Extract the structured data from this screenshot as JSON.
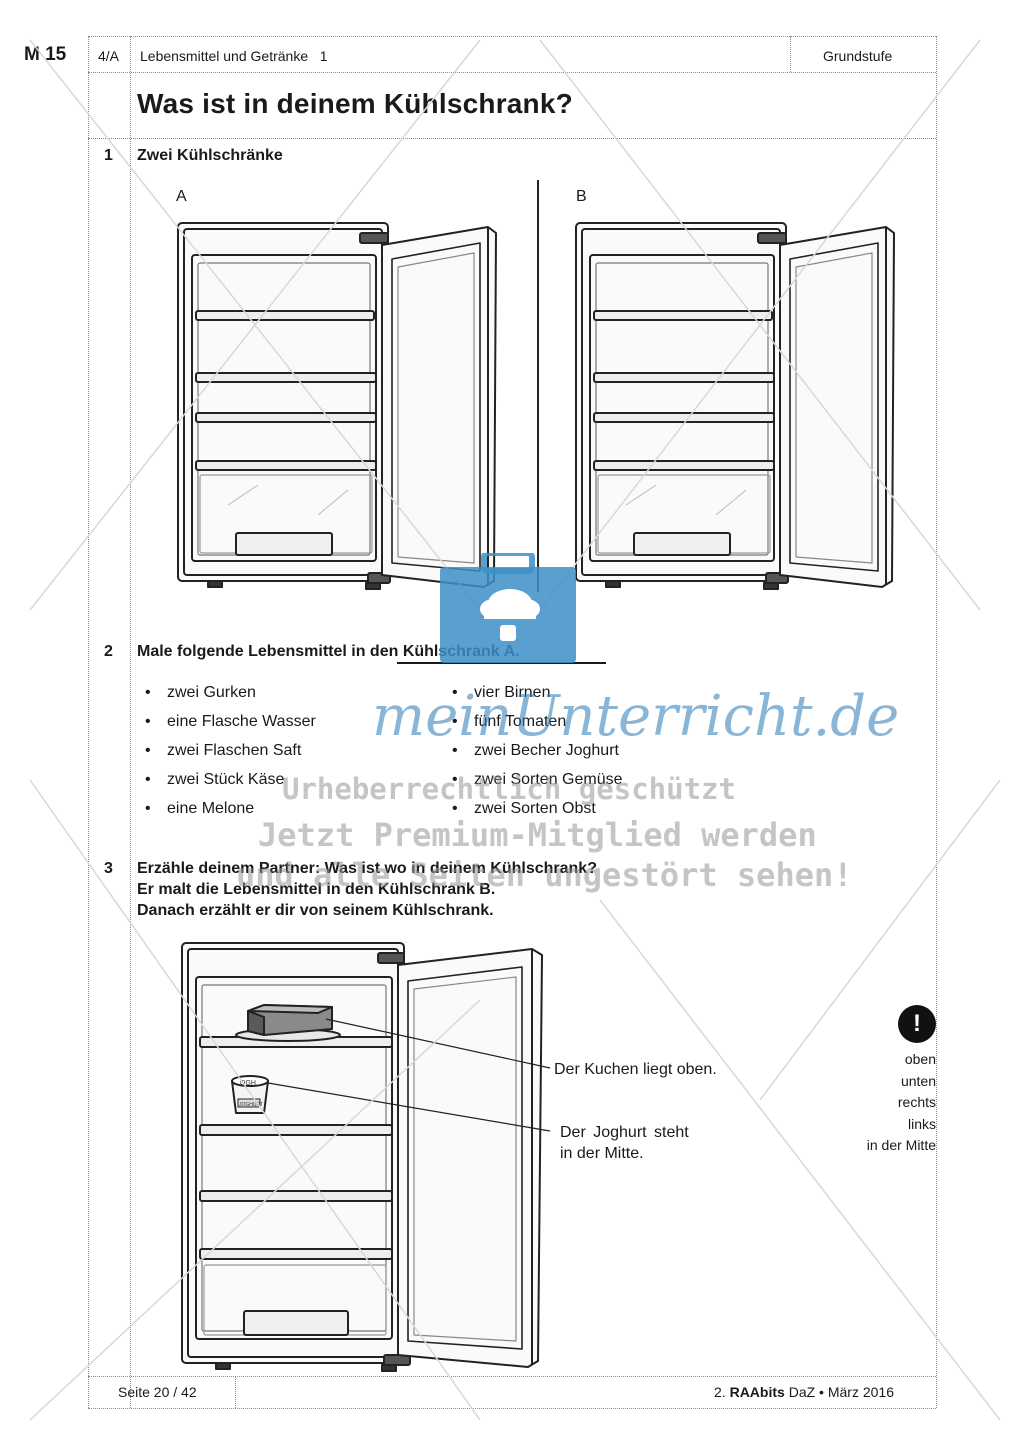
{
  "header": {
    "code": "M 15",
    "unit": "4/A",
    "topic": "Lebensmittel und Getränke   1",
    "level": "Grundstufe"
  },
  "title": "Was ist in deinem Kühlschrank?",
  "task1": {
    "number": "1",
    "heading": "Zwei Kühlschränke",
    "label_a": "A",
    "label_b": "B"
  },
  "task2": {
    "number": "2",
    "heading": "Male folgende Lebensmittel in den Kühlschrank A.",
    "list_left": [
      "zwei Gurken",
      "eine Flasche Wasser",
      "zwei Flaschen Saft",
      "zwei Stück Käse",
      "eine Melone"
    ],
    "list_right": [
      "vier Birnen",
      "fünf Tomaten",
      "zwei Becher Joghurt",
      "zwei Sorten Gemüse",
      "zwei Sorten Obst"
    ]
  },
  "task3": {
    "number": "3",
    "line1": "Erzähle deinem Partner: Was ist wo in deinem Kühlschrank?",
    "line2": "Er malt die Lebensmittel in den Kühlschrank B.",
    "line3": "Danach erzählt er dir von seinem Kühlschrank.",
    "callout1": "Der Kuchen liegt oben.",
    "callout2a": "Der Joghurt steht",
    "callout2b": "in der Mitte.",
    "yogurt_label": "OGH",
    "yogurt_label2": "JOGHURT"
  },
  "sidebar": {
    "icon": "exclamation-icon",
    "words": [
      "oben",
      "unten",
      "rechts",
      "links",
      "in der Mitte"
    ]
  },
  "footer": {
    "page": "Seite 20 / 42",
    "source_prefix": "2. ",
    "source_brand": "RAAbits",
    "source_suffix": " DaZ • März 2016"
  },
  "watermark": {
    "brand": "meinUnterricht.de",
    "line1": "Urheberrechtlich geschützt",
    "line2": "Jetzt Premium-Mitglied werden",
    "line3": "und alle Seiten ungestört sehen!"
  },
  "colors": {
    "watermark_blue": "#3c8fc8",
    "text": "#1a1a1a",
    "rule": "#8a8a8a"
  }
}
